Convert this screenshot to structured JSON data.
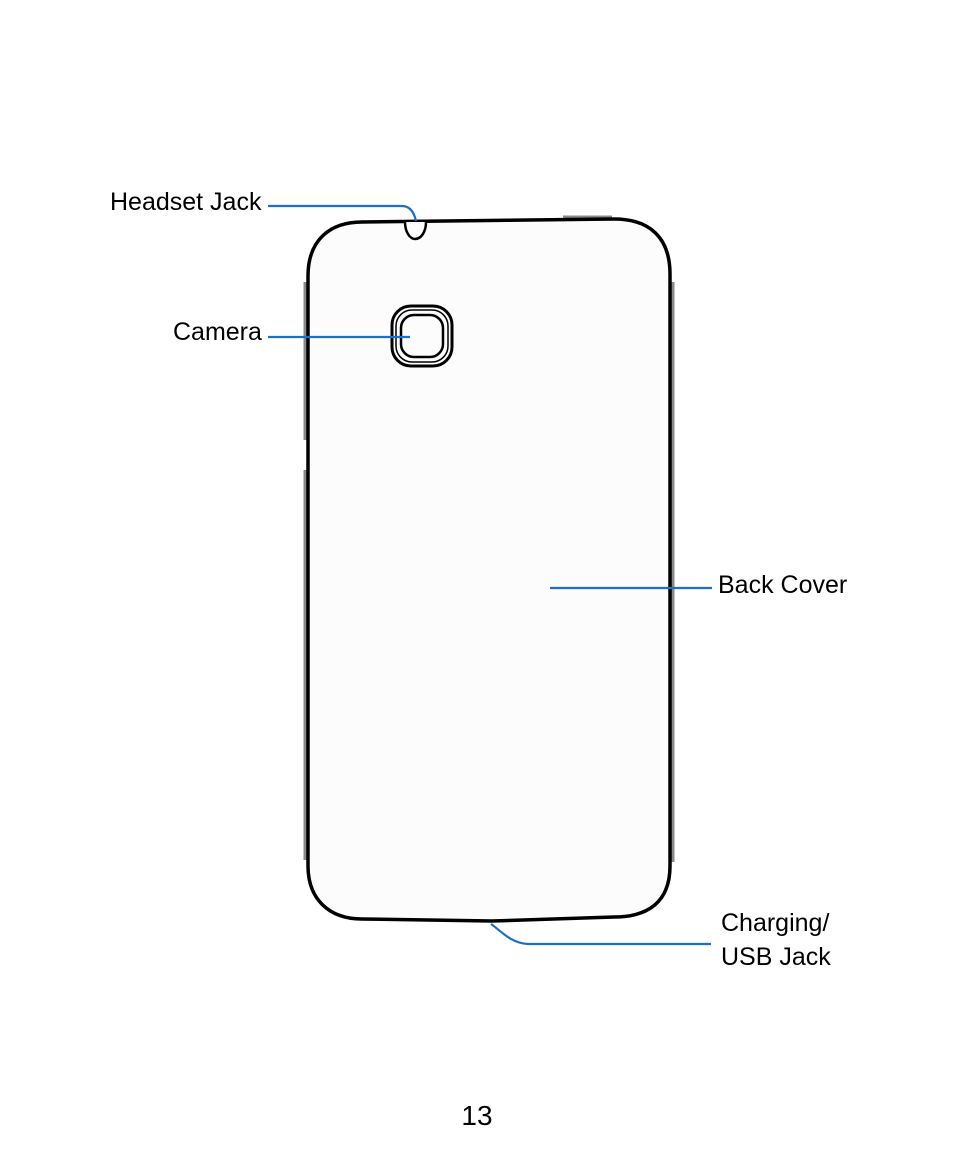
{
  "labels": {
    "headset_jack": "Headset Jack",
    "camera": "Camera",
    "back_cover": "Back Cover",
    "charging_line1": "Charging/",
    "charging_line2": "USB Jack"
  },
  "page_number": "13",
  "colors": {
    "leader_line": "#1a6fc9",
    "outline": "#000000",
    "body_fill": "#fcfcfc",
    "page_background": "#ffffff"
  }
}
